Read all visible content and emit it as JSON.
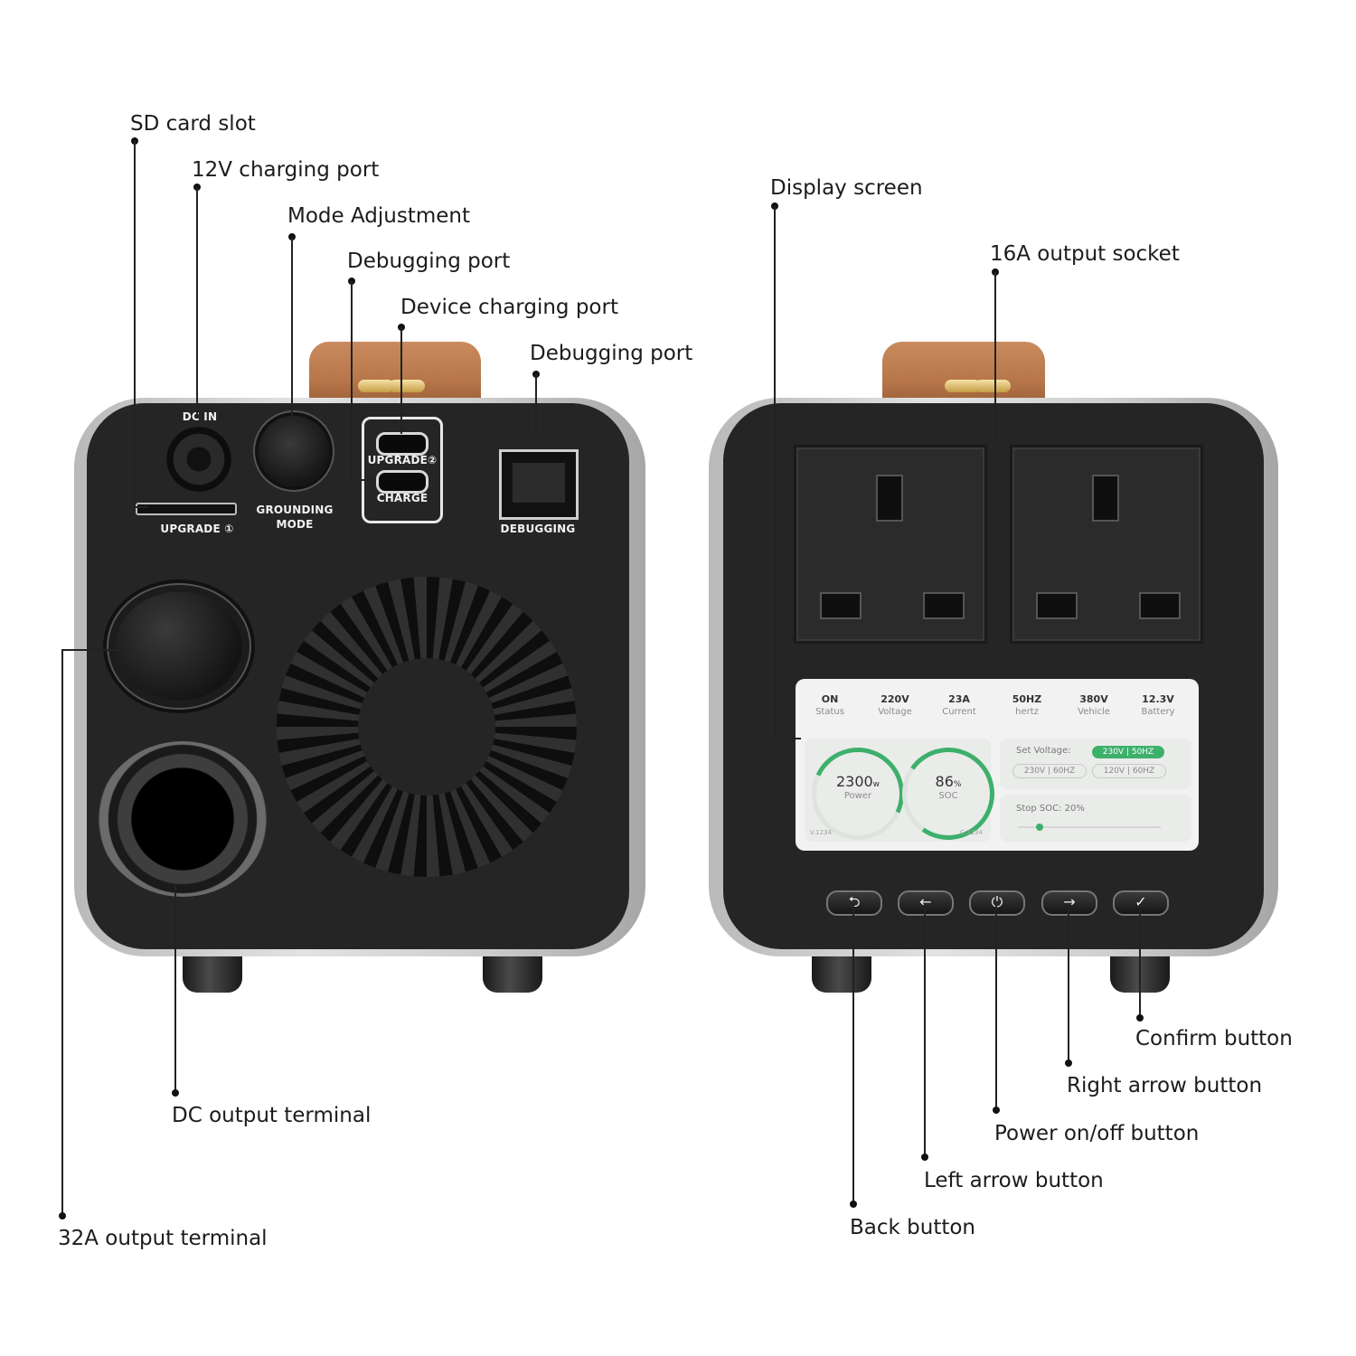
{
  "callouts": {
    "sd_card_slot": "SD card slot",
    "charging_port_12v": "12V charging port",
    "mode_adjustment": "Mode Adjustment",
    "debugging_port_1": "Debugging port",
    "device_charging_port": "Device charging port",
    "debugging_port_2": "Debugging port",
    "dc_output_terminal": "DC output terminal",
    "output_terminal_32a": "32A output terminal",
    "display_screen": "Display screen",
    "output_socket_16a": "16A output socket",
    "confirm_button": "Confirm button",
    "right_arrow_button": "Right arrow button",
    "power_button": "Power on/off button",
    "left_arrow_button": "Left arrow button",
    "back_button": "Back button"
  },
  "rear_panel": {
    "dc_in": "DC IN",
    "upgrade1": "UPGRADE ①",
    "grounding_mode": [
      "GROUNDING",
      "MODE"
    ],
    "upgrade2": "UPGRADE②",
    "charge": "CHARGE",
    "debugging": "DEBUGGING"
  },
  "screen": {
    "stats": [
      {
        "value": "ON",
        "label": "Status"
      },
      {
        "value": "220V",
        "label": "Voltage"
      },
      {
        "value": "23A",
        "label": "Current"
      },
      {
        "value": "50HZ",
        "label": "hertz"
      },
      {
        "value": "380V",
        "label": "Vehicle"
      },
      {
        "value": "12.3V",
        "label": "Battery"
      }
    ],
    "power": {
      "value": "2300",
      "unit": "w",
      "label": "Power"
    },
    "soc": {
      "value": "86",
      "unit": "%",
      "label": "SOC"
    },
    "footer_left": "V.1234",
    "footer_right": "C.1234",
    "set_voltage_label": "Set Voltage:",
    "voltage_options": [
      "230V | 50HZ",
      "230V | 60HZ",
      "120V | 60HZ"
    ],
    "selected_voltage": "230V | 50HZ",
    "stop_soc_label": "Stop SOC:",
    "stop_soc_value": "20%",
    "stop_soc_level": 0.15
  },
  "buttons": [
    {
      "name": "back",
      "glyph": "⮌"
    },
    {
      "name": "left",
      "glyph": "←"
    },
    {
      "name": "power",
      "glyph": "⏻"
    },
    {
      "name": "right",
      "glyph": "→"
    },
    {
      "name": "confirm",
      "glyph": "✓"
    }
  ],
  "colors": {
    "accent_green": "#3db06b",
    "handle_leather": "#b7774b",
    "panel_dark": "#262525"
  }
}
